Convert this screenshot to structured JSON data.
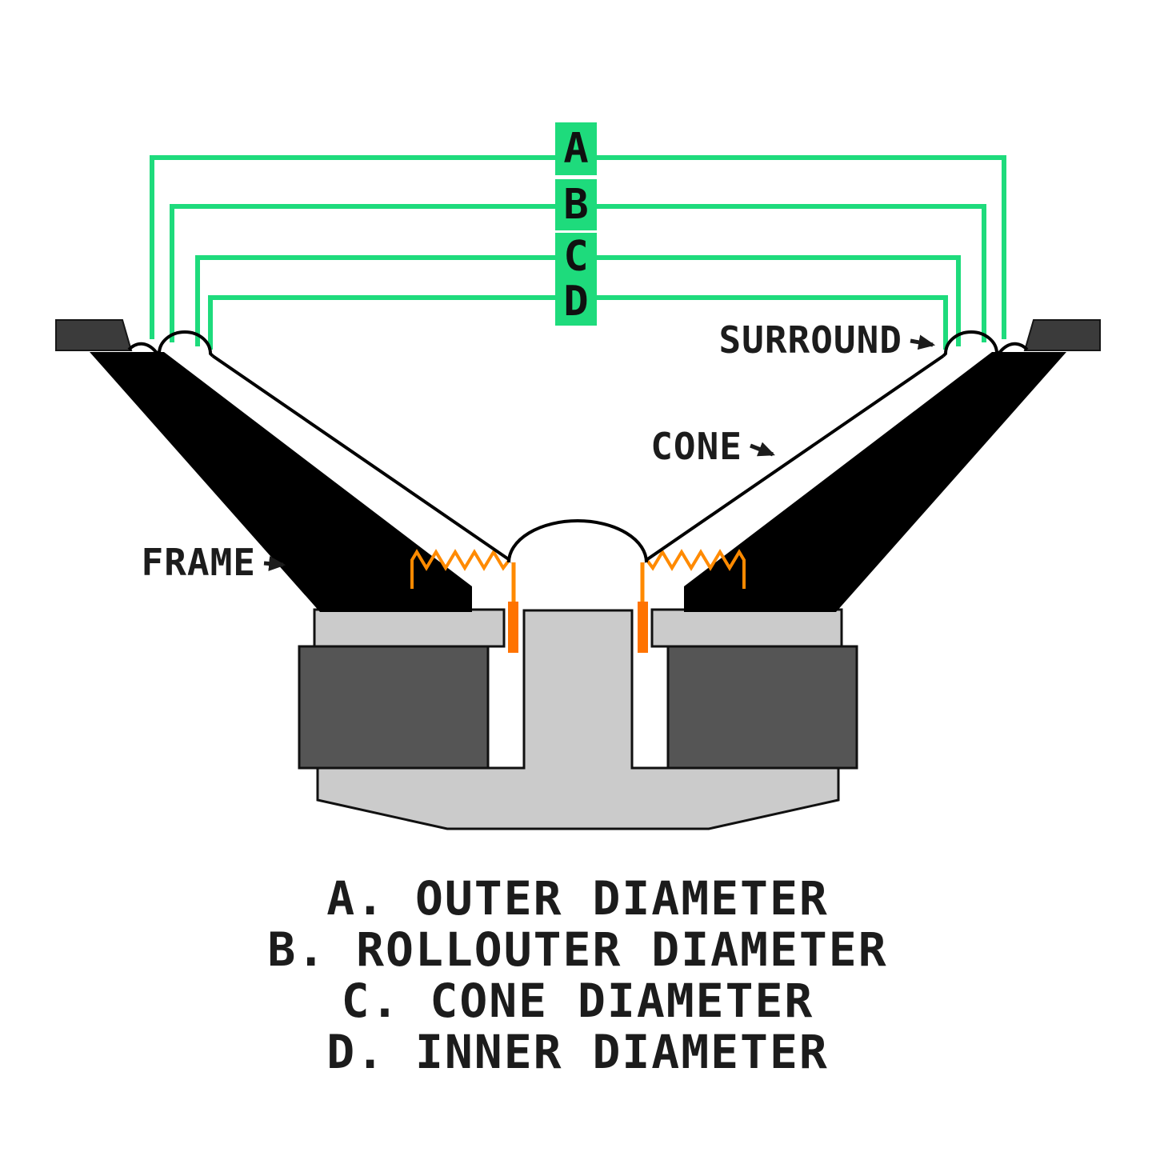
{
  "colors": {
    "measurement_green": "#1edb7c",
    "spider_coil_orange": "#ff8a00",
    "coil_bright_orange": "#ff7300",
    "frame_black": "#000000",
    "magnet_gray": "#555555",
    "plate_gray": "#cbcbcb",
    "flange_dark_gray": "#3b3b3b",
    "text_black": "#1c1c1c"
  },
  "measurement_boxes": {
    "a": "A",
    "b": "B",
    "c": "C",
    "d": "D"
  },
  "part_labels": {
    "surround": "SURROUND",
    "cone": "CONE",
    "frame": "FRAME"
  },
  "legend": {
    "lines": [
      "A. OUTER DIAMETER",
      "B. ROLLOUTER DIAMETER",
      "C. CONE DIAMETER",
      "D. INNER DIAMETER"
    ]
  }
}
